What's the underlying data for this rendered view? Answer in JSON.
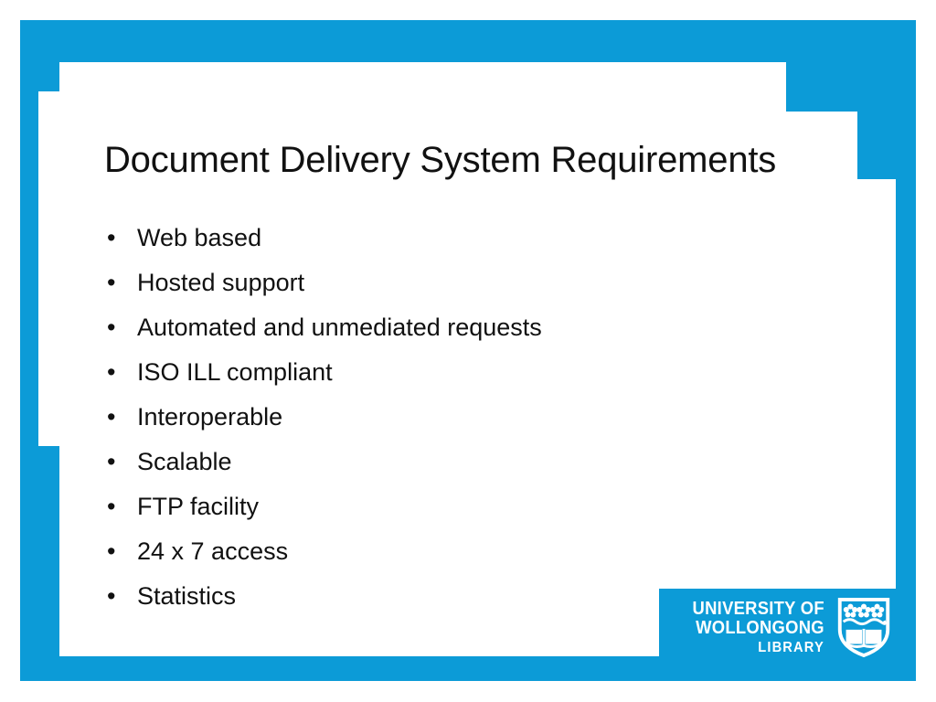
{
  "slide": {
    "title": "Document Delivery System Requirements",
    "background_color": "#ffffff",
    "accent_color": "#0C9BD7",
    "text_color": "#111111",
    "bullet_marker": "•",
    "bullets": [
      {
        "text": "Web based"
      },
      {
        "text": "Hosted support"
      },
      {
        "text": "Automated and unmediated requests"
      },
      {
        "text": "ISO ILL compliant"
      },
      {
        "text": "Interoperable"
      },
      {
        "text": "Scalable"
      },
      {
        "text": "FTP facility"
      },
      {
        "text": "24 x 7 access"
      },
      {
        "text": "Statistics"
      }
    ]
  },
  "logo": {
    "line1": "UNIVERSITY OF",
    "line2": "WOLLONGONG",
    "line3": "LIBRARY",
    "crest_name": "uow-shield-crest",
    "color": "#ffffff",
    "block_color": "#0C9BD7"
  }
}
